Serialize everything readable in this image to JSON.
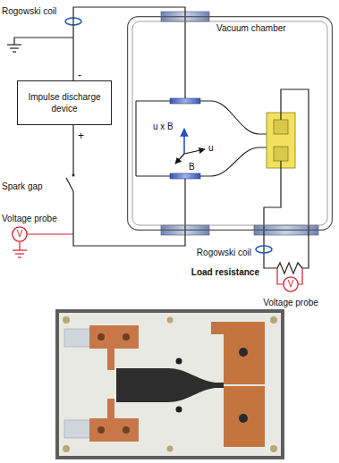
{
  "diagram": {
    "nodes": [
      {
        "text": [
          "Vacuum chamber"
        ]
      },
      {
        "text": [
          "Impulse discharge device"
        ]
      },
      {
        "text": [
          "V"
        ]
      },
      {
        "text": [
          "V"
        ]
      }
    ],
    "edges": [
      {
        "from": 1,
        "to": 0,
        "arrow": "none"
      },
      {
        "from": 1,
        "to": 0,
        "arrow": "none"
      }
    ],
    "labels": [
      "Rogowski coil",
      "-",
      "+",
      "Spark gap",
      "Voltage probe",
      "u x B",
      "u",
      "B",
      "Rogowski coil",
      "Load resistance",
      "Voltage probe"
    ]
  }
}
